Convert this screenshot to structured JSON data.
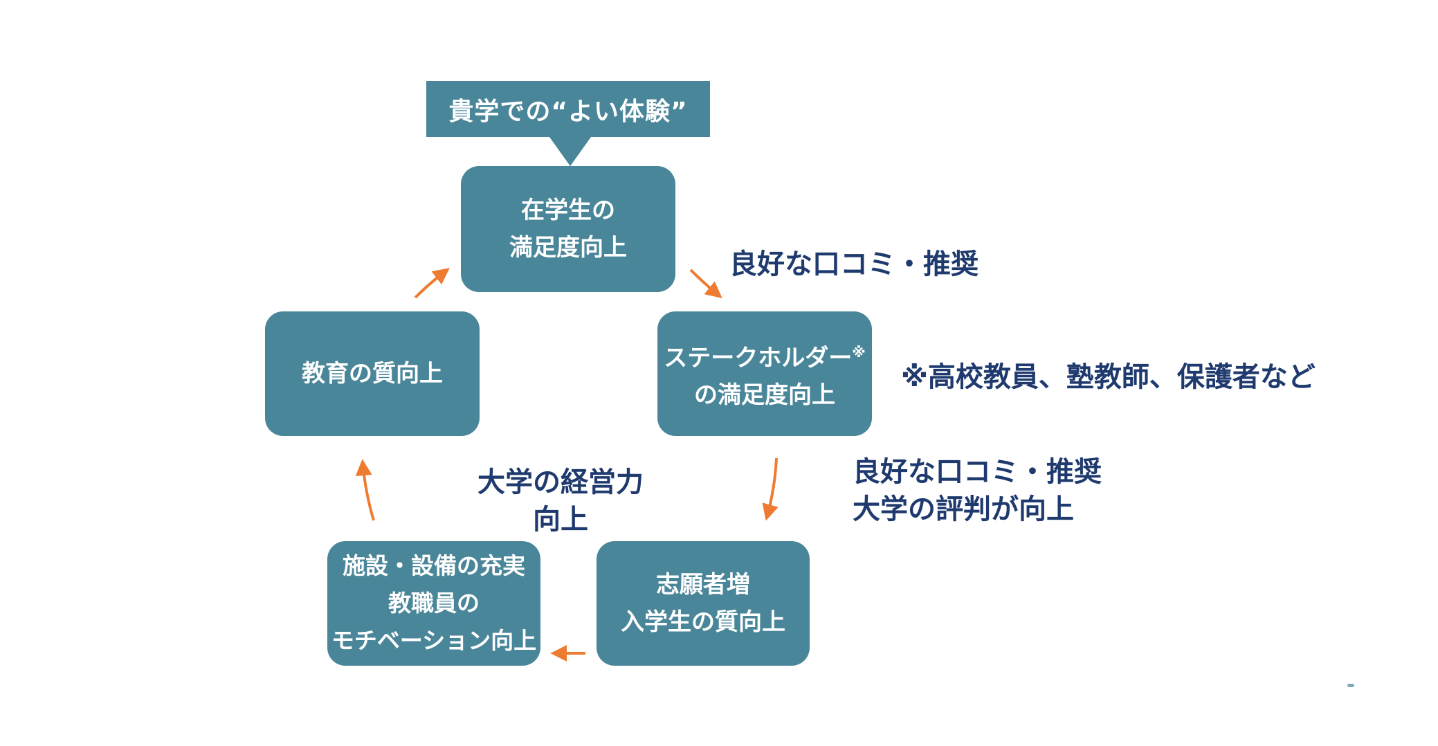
{
  "banner": {
    "text": "貴学での“よい体験”"
  },
  "nodes": {
    "satisfaction": {
      "line1": "在学生の",
      "line2": "満足度向上"
    },
    "stakeholder": {
      "line1": "ステークホルダー",
      "mark": "※",
      "line2": "の満足度向上"
    },
    "education": {
      "line1": "教育の質向上"
    },
    "facilities": {
      "line1": "施設・設備の充実",
      "line2": "教職員の",
      "line3": "モチベーション向上"
    },
    "applicants": {
      "line1": "志願者増",
      "line2": "入学生の質向上"
    }
  },
  "labels": {
    "word_of_mouth_1": "良好な口コミ・推奨",
    "note": "※高校教員、塾教師、保護者など",
    "word_of_mouth_2": {
      "line1": "良好な口コミ・推奨",
      "line2": "大学の評判が向上"
    },
    "management": {
      "line1": "大学の経営力",
      "line2": "向上"
    }
  },
  "colors": {
    "node_fill": "#4a8699",
    "node_text": "#ffffff",
    "label_text": "#1f3a6e",
    "arrow": "#ee7b30"
  }
}
